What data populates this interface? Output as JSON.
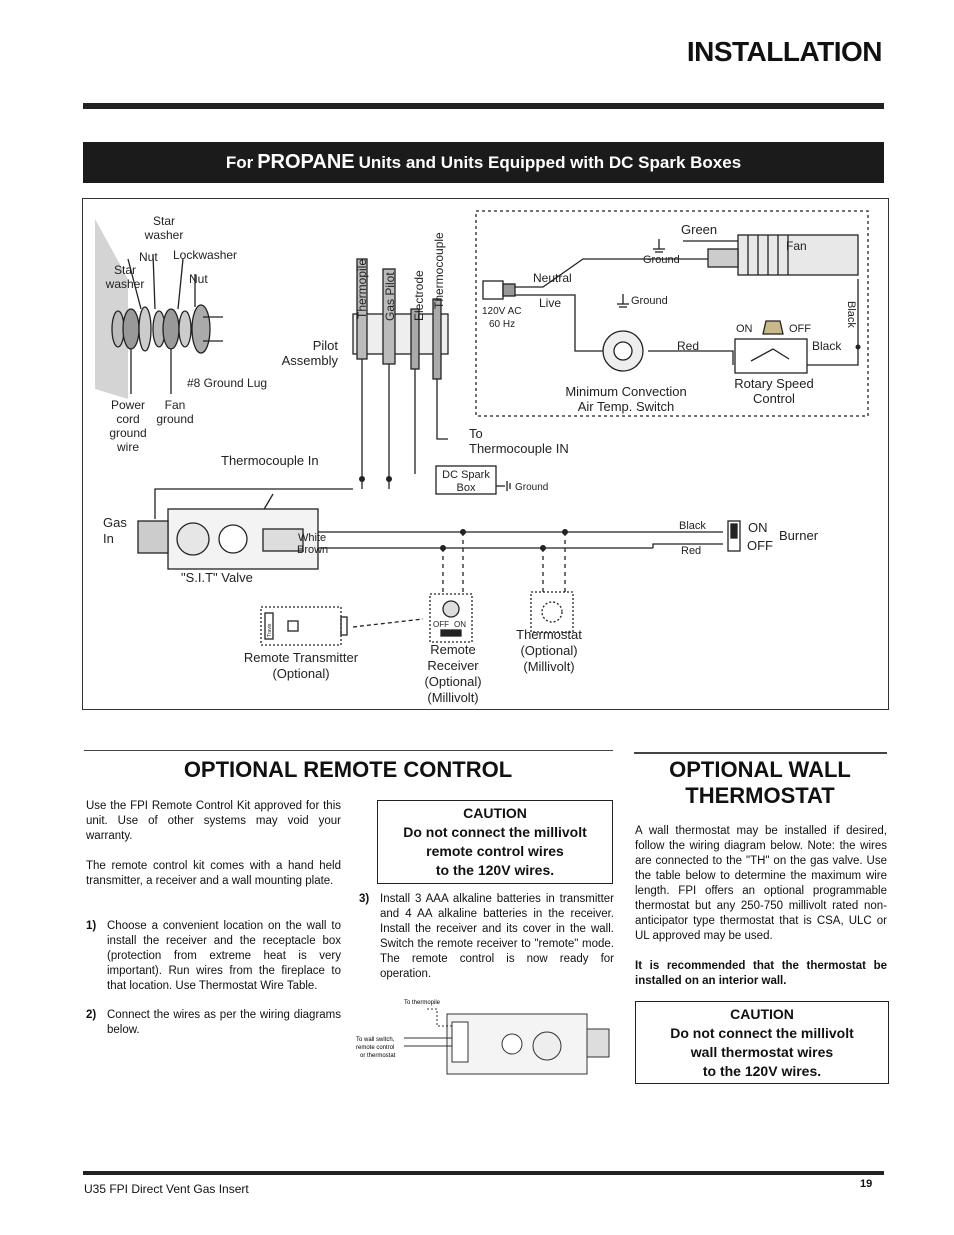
{
  "page_title": "INSTALLATION",
  "banner": {
    "prefix": "For",
    "emphasis": "PROPANE",
    "suffix": "Units and Units Equipped with DC Spark Boxes"
  },
  "wiring_diagram": {
    "hardware": {
      "star_washer_top": "Star",
      "star_washer_top2": "washer",
      "nut_left": "Nut",
      "lockwasher": "Lockwasher",
      "star_washer_left": "Star",
      "star_washer_left2": "washer",
      "nut_right": "Nut",
      "ground_lug": "#8 Ground Lug",
      "power_cord": [
        "Power",
        "cord",
        "ground",
        "wire"
      ],
      "fan_ground": [
        "Fan",
        "ground"
      ]
    },
    "pilot": {
      "thermopile": "Thermopile",
      "gas_pilot": "Gas Pilot",
      "electrode": "Electrode",
      "thermocouple": "Thermocouple",
      "assembly": [
        "Pilot",
        "Assembly"
      ],
      "to_thermocouple": [
        "To",
        "Thermocouple IN"
      ],
      "thermocouple_in": "Thermocouple In"
    },
    "fan_circuit": {
      "green": "Green",
      "ground_top": "Ground",
      "fan": "Fan",
      "neutral": "Neutral",
      "live": "Live",
      "supply": [
        "120V AC",
        "60 Hz"
      ],
      "ground_mid": "Ground",
      "on": "ON",
      "off": "OFF",
      "black_vertical": "Black",
      "red": "Red",
      "black": "Black",
      "min_switch": [
        "Minimum Convection",
        "Air Temp. Switch"
      ],
      "rotary": [
        "Rotary Speed",
        "Control"
      ]
    },
    "valve": {
      "gas_in": [
        "Gas",
        "In"
      ],
      "white": "White",
      "brown": "Brown",
      "valve_label": "\"S.I.T\" Valve",
      "dc_spark": [
        "DC Spark",
        "Box"
      ],
      "ground_spark": "Ground",
      "black_wire": "Black",
      "red_wire": "Red",
      "switch_on": "ON",
      "switch_off": "OFF",
      "burner": "Burner"
    },
    "remote": {
      "transmitter": [
        "Remote Transmitter",
        "(Optional)"
      ],
      "receiver": [
        "Remote",
        "Receiver",
        "(Optional)",
        "(Millivolt)"
      ],
      "receiver_off": "OFF",
      "receiver_on": "ON",
      "thermostat": [
        "Thermostat",
        "(Optional)",
        "(Millivolt)"
      ],
      "transmitter_tag": "Travis"
    }
  },
  "remote_section": {
    "heading": "OPTIONAL REMOTE CONTROL",
    "para1": "Use the FPI Remote Control Kit approved for this unit. Use of other systems may void your warranty.",
    "para2": "The remote control kit comes with a hand held transmitter, a receiver and a wall mounting plate.",
    "steps": [
      {
        "num": "1)",
        "text": "Choose a convenient location on the wall to install the receiver and the receptacle box (protection from extreme heat is very important). Run wires from the fireplace to that location. Use Thermostat Wire Table."
      },
      {
        "num": "2)",
        "text": "Connect the wires as per the wiring diagrams below."
      },
      {
        "num": "3)",
        "text": "Install 3 AAA alkaline batteries in transmitter and 4 AA alkaline batteries in  the receiver. Install the receiver and its cover in the wall. Switch the  remote receiver to \"remote\" mode. The remote control is now ready for operation."
      }
    ],
    "caution": {
      "title": "CAUTION",
      "lines": [
        "Do not connect the millivolt",
        "remote control wires",
        "to the 120V wires."
      ]
    },
    "mini_diagram": {
      "to_thermopile": "To thermopile",
      "to_wall": [
        "To wall switch,",
        "remote control",
        "or thermostat"
      ]
    }
  },
  "wall_section": {
    "heading": [
      "OPTIONAL WALL",
      "THERMOSTAT"
    ],
    "para": "A wall thermostat may be installed if desired, follow the wiring diagram below. Note: the wires are connected to the \"TH\" on the gas valve. Use the table below to determine the maximum wire length. FPI offers an optional programmable thermostat but any 250-750 millivolt rated non-anticipator type thermostat that is CSA, ULC or UL approved may be used.",
    "note": "It is recommended that the thermostat be installed on an interior wall.",
    "caution": {
      "title": "CAUTION",
      "lines": [
        "Do not connect the millivolt",
        "wall thermostat wires",
        "to the 120V wires."
      ]
    }
  },
  "footer": {
    "document": "U35 FPI Direct Vent Gas Insert",
    "page_number": "19"
  }
}
